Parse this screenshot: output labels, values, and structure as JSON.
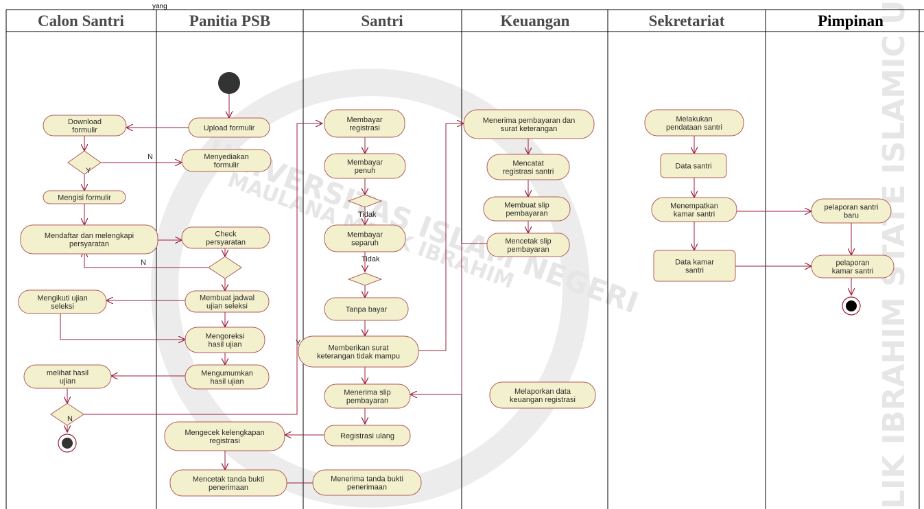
{
  "header_fragment": "yang",
  "lanes": [
    "Calon Santri",
    "Panitia PSB",
    "Santri",
    "Keuangan",
    "Sekretariat",
    "Pimpinan"
  ],
  "watermark": {
    "side": "LIK IBRAHIM STATE ISLAMIC UNIVE",
    "center_arc": "UNIVERSITAS ISLAM NEGERI",
    "center_arc2": "MAULANA MALIK IBRAHIM"
  },
  "activities": {
    "download_formulir": [
      "Download",
      "formulir"
    ],
    "upload_formulir": [
      "Upload formulir"
    ],
    "menyediakan_formulir": [
      "Menyediakan",
      "formulir"
    ],
    "mengisi_formulir": [
      "Mengisi formulir"
    ],
    "mendaftar": [
      "Mendaftar dan melengkapi",
      "persyaratan"
    ],
    "check_persyaratan": [
      "Check",
      "persyaratan"
    ],
    "mengikuti_ujian": [
      "Mengikuti ujian",
      "seleksi"
    ],
    "membuat_jadwal": [
      "Membuat jadwal",
      "ujian seleksi"
    ],
    "mengoreksi": [
      "Mengoreksi",
      "hasil ujian"
    ],
    "melihat_hasil": [
      "melihat hasil",
      "ujian"
    ],
    "mengumumkan": [
      "Mengumumkan",
      "hasil ujian"
    ],
    "mengecek": [
      "Mengecek kelengkapan",
      "registrasi"
    ],
    "mencetak_tanda": [
      "Mencetak tanda bukti",
      "penerimaan"
    ],
    "membayar_registrasi": [
      "Membayar",
      "registrasi"
    ],
    "membayar_penuh": [
      "Membayar",
      "penuh"
    ],
    "membayar_separuh": [
      "Membayar",
      "separuh"
    ],
    "tanpa_bayar": [
      "Tanpa bayar"
    ],
    "memberikan_surat": [
      "Memberikan surat",
      "keterangan tidak mampu"
    ],
    "menerima_slip": [
      "Menerima slip",
      "pembayaran"
    ],
    "registrasi_ulang": [
      "Registrasi ulang"
    ],
    "menerima_tanda": [
      "Menerima tanda bukti",
      "penerimaan"
    ],
    "menerima_pembayaran": [
      "Menerima pembayaran dan",
      "surat keterangan"
    ],
    "mencatat": [
      "Mencatat",
      "registrasi santri"
    ],
    "membuat_slip": [
      "Membuat slip",
      "pembayaran"
    ],
    "mencetak_slip": [
      "Mencetak slip",
      "pembayaran"
    ],
    "melaporkan": [
      "Melaporkan data",
      "keuangan registrasi"
    ],
    "melakukan_pendataan": [
      "Melakukan",
      "pendataan santri"
    ],
    "data_santri": [
      "Data santri"
    ],
    "menempatkan": [
      "Menempatkan",
      "kamar santri"
    ],
    "data_kamar": [
      "Data kamar",
      "santri"
    ],
    "pelaporan_baru": [
      "pelaporan santri",
      "baru"
    ],
    "pelaporan_kamar": [
      "pelaporan",
      "kamar santri"
    ]
  },
  "guards": {
    "n1": "N",
    "y1": "Y",
    "n2": "N",
    "y2": "Y",
    "n3": "N",
    "tidak1": "Tidak",
    "tidak2": "Tidak"
  },
  "colors": {
    "activity_fill": "#f3f1cd",
    "activity_stroke": "#b05a5a",
    "arrow": "#9b1c3a",
    "lane_line": "#000000",
    "node": "#333333"
  }
}
